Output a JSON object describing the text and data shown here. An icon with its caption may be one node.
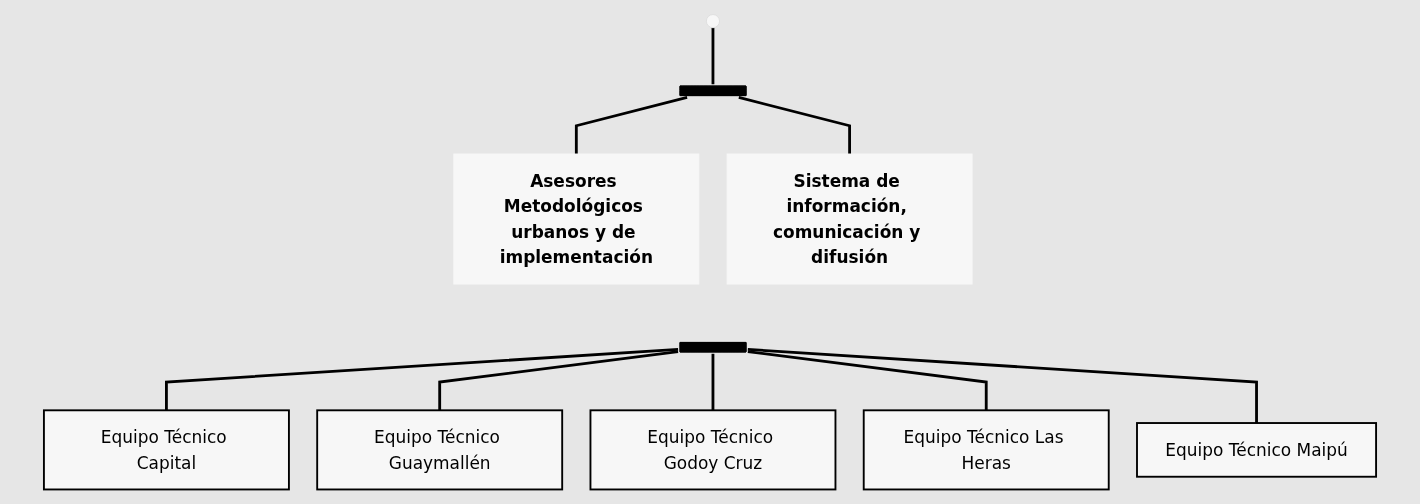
{
  "diagram": {
    "nodes": [
      {
        "text": [
          "Asesores Metodológicos urbanos y de implementación"
        ]
      },
      {
        "text": [
          "Sistema de información, comunicación y difusión"
        ]
      },
      {
        "text": [
          "Equipo Técnico Capital"
        ]
      },
      {
        "text": [
          "Equipo Técnico Guaymallén"
        ]
      },
      {
        "text": [
          "Equipo Técnico Godoy Cruz"
        ]
      },
      {
        "text": [
          "Equipo Técnico Las Heras"
        ]
      },
      {
        "text": [
          "Equipo Técnico Maipú"
        ]
      },
      {
        "text": [],
        "shape": "bar"
      },
      {
        "text": [],
        "shape": "bar"
      }
    ],
    "edges": [
      {
        "from": null,
        "to": 7,
        "arrow": "none"
      },
      {
        "from": 7,
        "to": 0,
        "arrow": "none"
      },
      {
        "from": 7,
        "to": 1,
        "arrow": "none"
      },
      {
        "from": 8,
        "to": 2,
        "arrow": "none"
      },
      {
        "from": 8,
        "to": 3,
        "arrow": "none"
      },
      {
        "from": 8,
        "to": 4,
        "arrow": "none"
      },
      {
        "from": 8,
        "to": 5,
        "arrow": "none"
      },
      {
        "from": 8,
        "to": 6,
        "arrow": "none"
      }
    ]
  }
}
